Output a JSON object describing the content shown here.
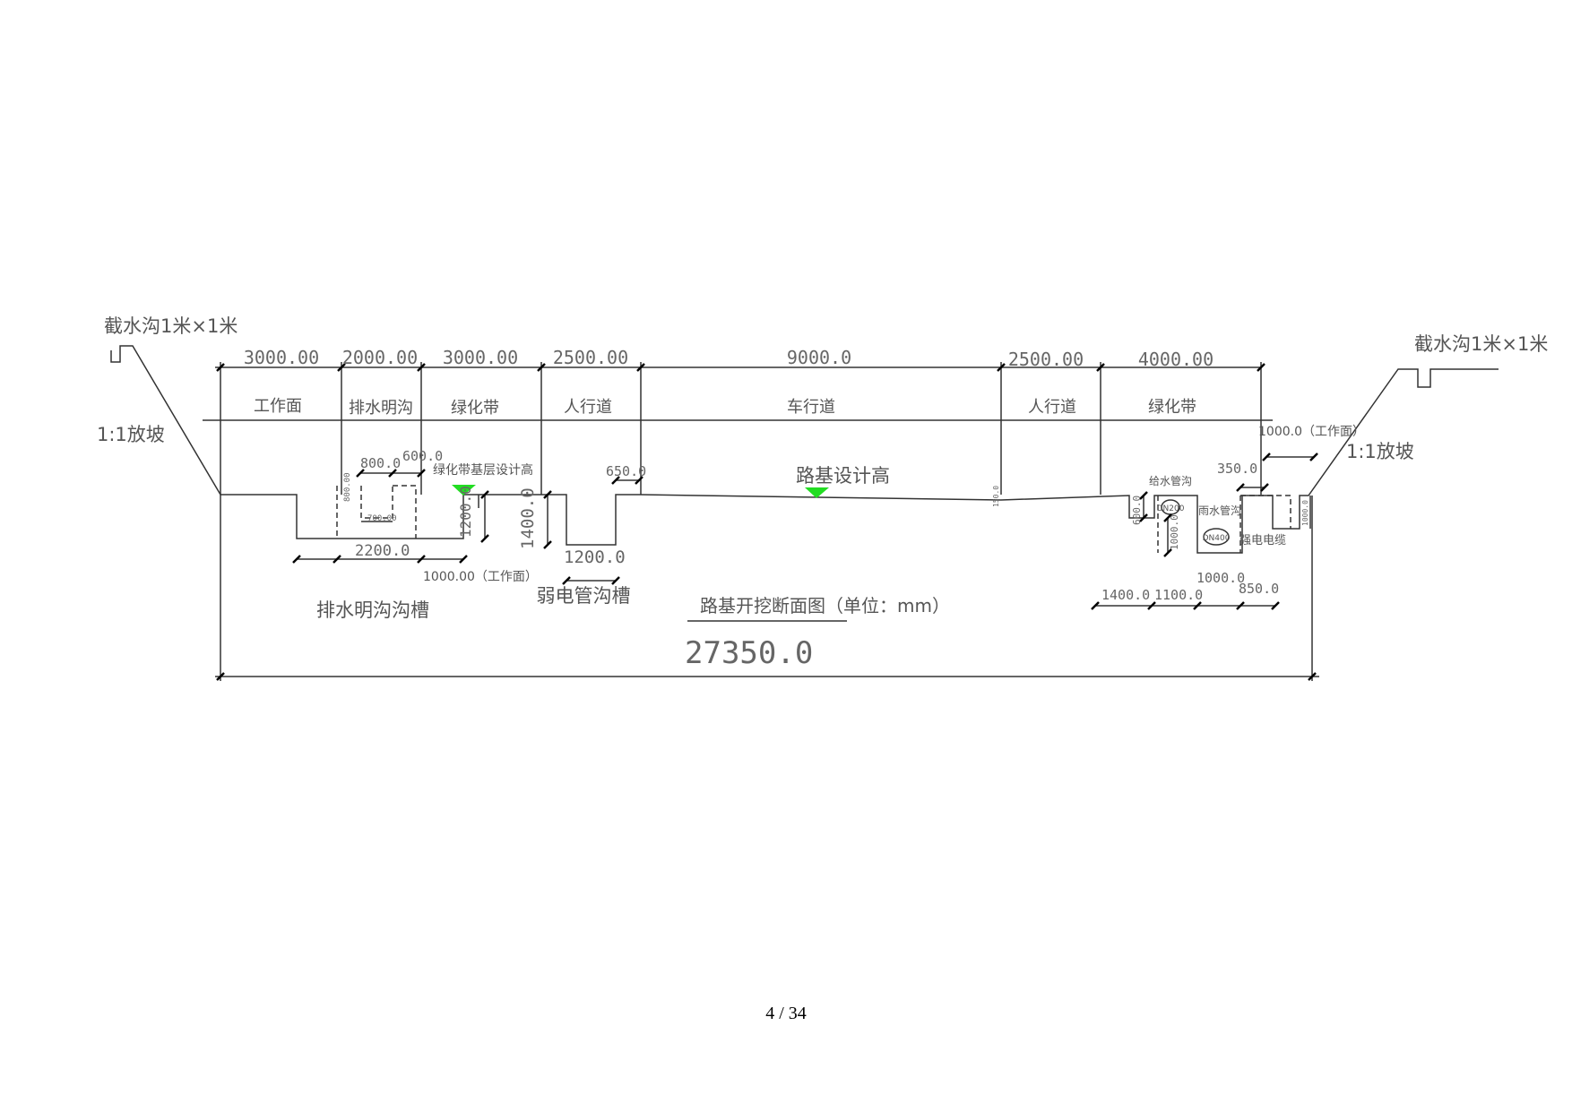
{
  "top_dimensions": [
    "3000.00",
    "2000.00",
    "3000.00",
    "2500.00",
    "9000.0",
    "2500.00",
    "4000.00"
  ],
  "zones": [
    "工作面",
    "排水明沟",
    "绿化带",
    "人行道",
    "车行道",
    "人行道",
    "绿化带"
  ],
  "labels": {
    "intercept_left": "截水沟1米×1米",
    "intercept_right": "截水沟1米×1米",
    "slope_left": "1:1放坡",
    "slope_right": "1:1放坡",
    "green_base_elev": "绿化带基层设计高",
    "roadbed_elev": "路基设计高",
    "drain_trench": "排水明沟沟槽",
    "weak_current_trench": "弱电管沟槽",
    "title": "路基开挖断面图（单位：mm）",
    "total_width": "27350.0",
    "water_supply_trench": "给水管沟",
    "dn200": "DN200",
    "rain_pipe_trench": "雨水管沟",
    "dn400": "DN400",
    "strong_cable": "强电电缆",
    "work_face_left": "1000.00（工作面）",
    "work_face_right": "1000.0（工作面）"
  },
  "dims": {
    "d800": "800.0",
    "d600": "600.0",
    "d80000": "800.00",
    "d70000": "700.00",
    "d2200": "2200.0",
    "d1200v": "1200.0",
    "d1400v": "1400.0",
    "d650": "650.0",
    "d1200h": "1200.0",
    "d150": "150.0",
    "d600v": "600.0",
    "d1000v": "1000.0",
    "d350": "350.0",
    "d1000vr": "1000.0",
    "d1400r": "1400.0",
    "d1100r": "1100.0",
    "d1000r": "1000.0",
    "d850r": "850.0"
  },
  "marker_color": "#22dd22",
  "page_number": "4 / 34"
}
